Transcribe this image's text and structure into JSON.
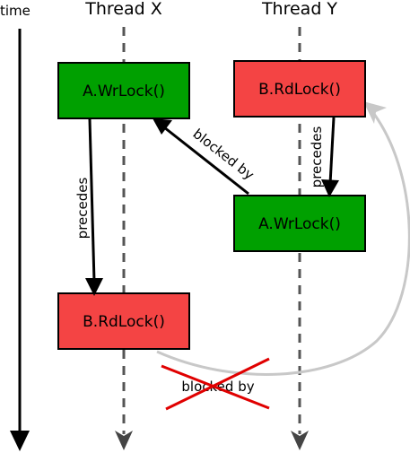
{
  "header": {
    "time_label": "time",
    "thread_x": "Thread X",
    "thread_y": "Thread Y"
  },
  "boxes": {
    "x_wrlock": {
      "label": "A.WrLock()",
      "fill": "#00a000"
    },
    "y_rdlock": {
      "label": "B.RdLock()",
      "fill": "#f44444"
    },
    "y_wrlock": {
      "label": "A.WrLock()",
      "fill": "#00a000"
    },
    "x_rdlock": {
      "label": "B.RdLock()",
      "fill": "#f44444"
    }
  },
  "edges": {
    "precedes_x": "precedes",
    "precedes_y": "precedes",
    "blocked_by": "blocked by",
    "blocked_by_crossed": "blocked by"
  },
  "colors": {
    "lifeline": "#555555",
    "curve": "#c8c8c8",
    "cross": "#e00000"
  }
}
